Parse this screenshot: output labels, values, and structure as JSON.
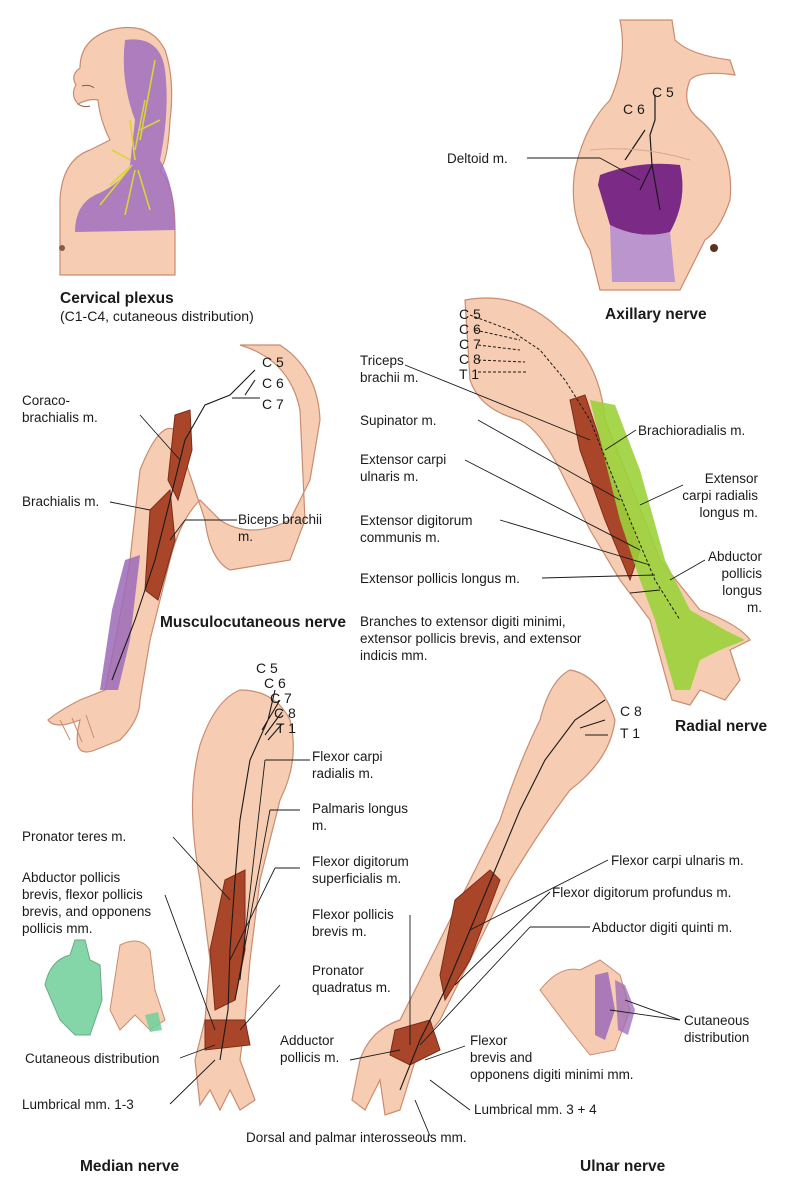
{
  "colors": {
    "skin": "#f6cdb3",
    "skin_shadow": "#e9ab8d",
    "outline": "#c98c70",
    "muscle": "#a9462a",
    "muscle_dark": "#7c2c18",
    "nerve": "#1a1a1a",
    "cutaneous_purple": "#9c6ab8",
    "deltoid_purple": "#7b2a86",
    "radial_green": "#9bd13a",
    "median_teal": "#6fcf9a",
    "yellow_nerve": "#d9d43a"
  },
  "cervical": {
    "title": "Cervical plexus",
    "subtitle": "(C1-C4, cutaneous distribution)"
  },
  "axillary": {
    "title": "Axillary nerve",
    "roots": [
      "C 5",
      "C 6"
    ],
    "label_deltoid": "Deltoid m."
  },
  "musculocutaneous": {
    "title": "Musculocutaneous nerve",
    "roots": [
      "C 5",
      "C 6",
      "C 7"
    ],
    "label_coracobrachialis": "Coraco-\nbrachialis m.",
    "label_brachialis": "Brachialis m.",
    "label_biceps": "Biceps brachii\nm."
  },
  "radial": {
    "title": "Radial nerve",
    "roots": [
      "C 5",
      "C 6",
      "C 7",
      "C 8",
      "T 1"
    ],
    "label_triceps": "Triceps\nbrachii m.",
    "label_supinator": "Supinator m.",
    "label_ext_carpi_ulnaris": "Extensor carpi\nulnaris m.",
    "label_ext_digitorum": "Extensor digitorum\ncommunis m.",
    "label_ext_pollicis_longus": "Extensor pollicis longus m.",
    "label_branches": "Branches to extensor digiti minimi,\nextensor pollicis brevis, and extensor\nindicis mm.",
    "label_brachioradialis": "Brachioradialis m.",
    "label_ext_carpi_radialis": "Extensor\ncarpi radialis\nlongus m.",
    "label_abductor_pollicis_longus": "Abductor\npollicis\nlongus\nm."
  },
  "median": {
    "title": "Median nerve",
    "roots": [
      "C 5",
      "C 6",
      "C 7",
      "C 8",
      "T 1"
    ],
    "label_flexor_carpi_radialis": "Flexor carpi\nradialis m.",
    "label_palmaris_longus": "Palmaris longus\nm.",
    "label_pronator_teres": "Pronator teres m.",
    "label_flexor_digitorum_sup": "Flexor digitorum\nsuperficialis m.",
    "label_abductor_pollicis": "Abductor pollicis\nbrevis, flexor pollicis\nbrevis, and opponens\npollicis mm.",
    "label_pronator_quadratus": "Pronator\nquadratus m.",
    "label_cutaneous": "Cutaneous distribution",
    "label_lumbrical": "Lumbrical mm. 1-3"
  },
  "ulnar": {
    "title": "Ulnar nerve",
    "roots": [
      "C 8",
      "T 1"
    ],
    "label_flexor_carpi_ulnaris": "Flexor carpi ulnaris m.",
    "label_flexor_digitorum_prof": "Flexor digitorum profundus m.",
    "label_abductor_digiti_quinti": "Abductor digiti quinti m.",
    "label_flexor_pollicis_brevis": "Flexor pollicis\nbrevis m.",
    "label_adductor_pollicis": "Adductor\npollicis m.",
    "label_flexor_brevis_opponens": "Flexor\nbrevis and\nopponens digiti minimi mm.",
    "label_lumbrical": "Lumbrical mm. 3 + 4",
    "label_interosseous": "Dorsal and palmar interosseous mm.",
    "label_cutaneous": "Cutaneous\ndistribution"
  }
}
